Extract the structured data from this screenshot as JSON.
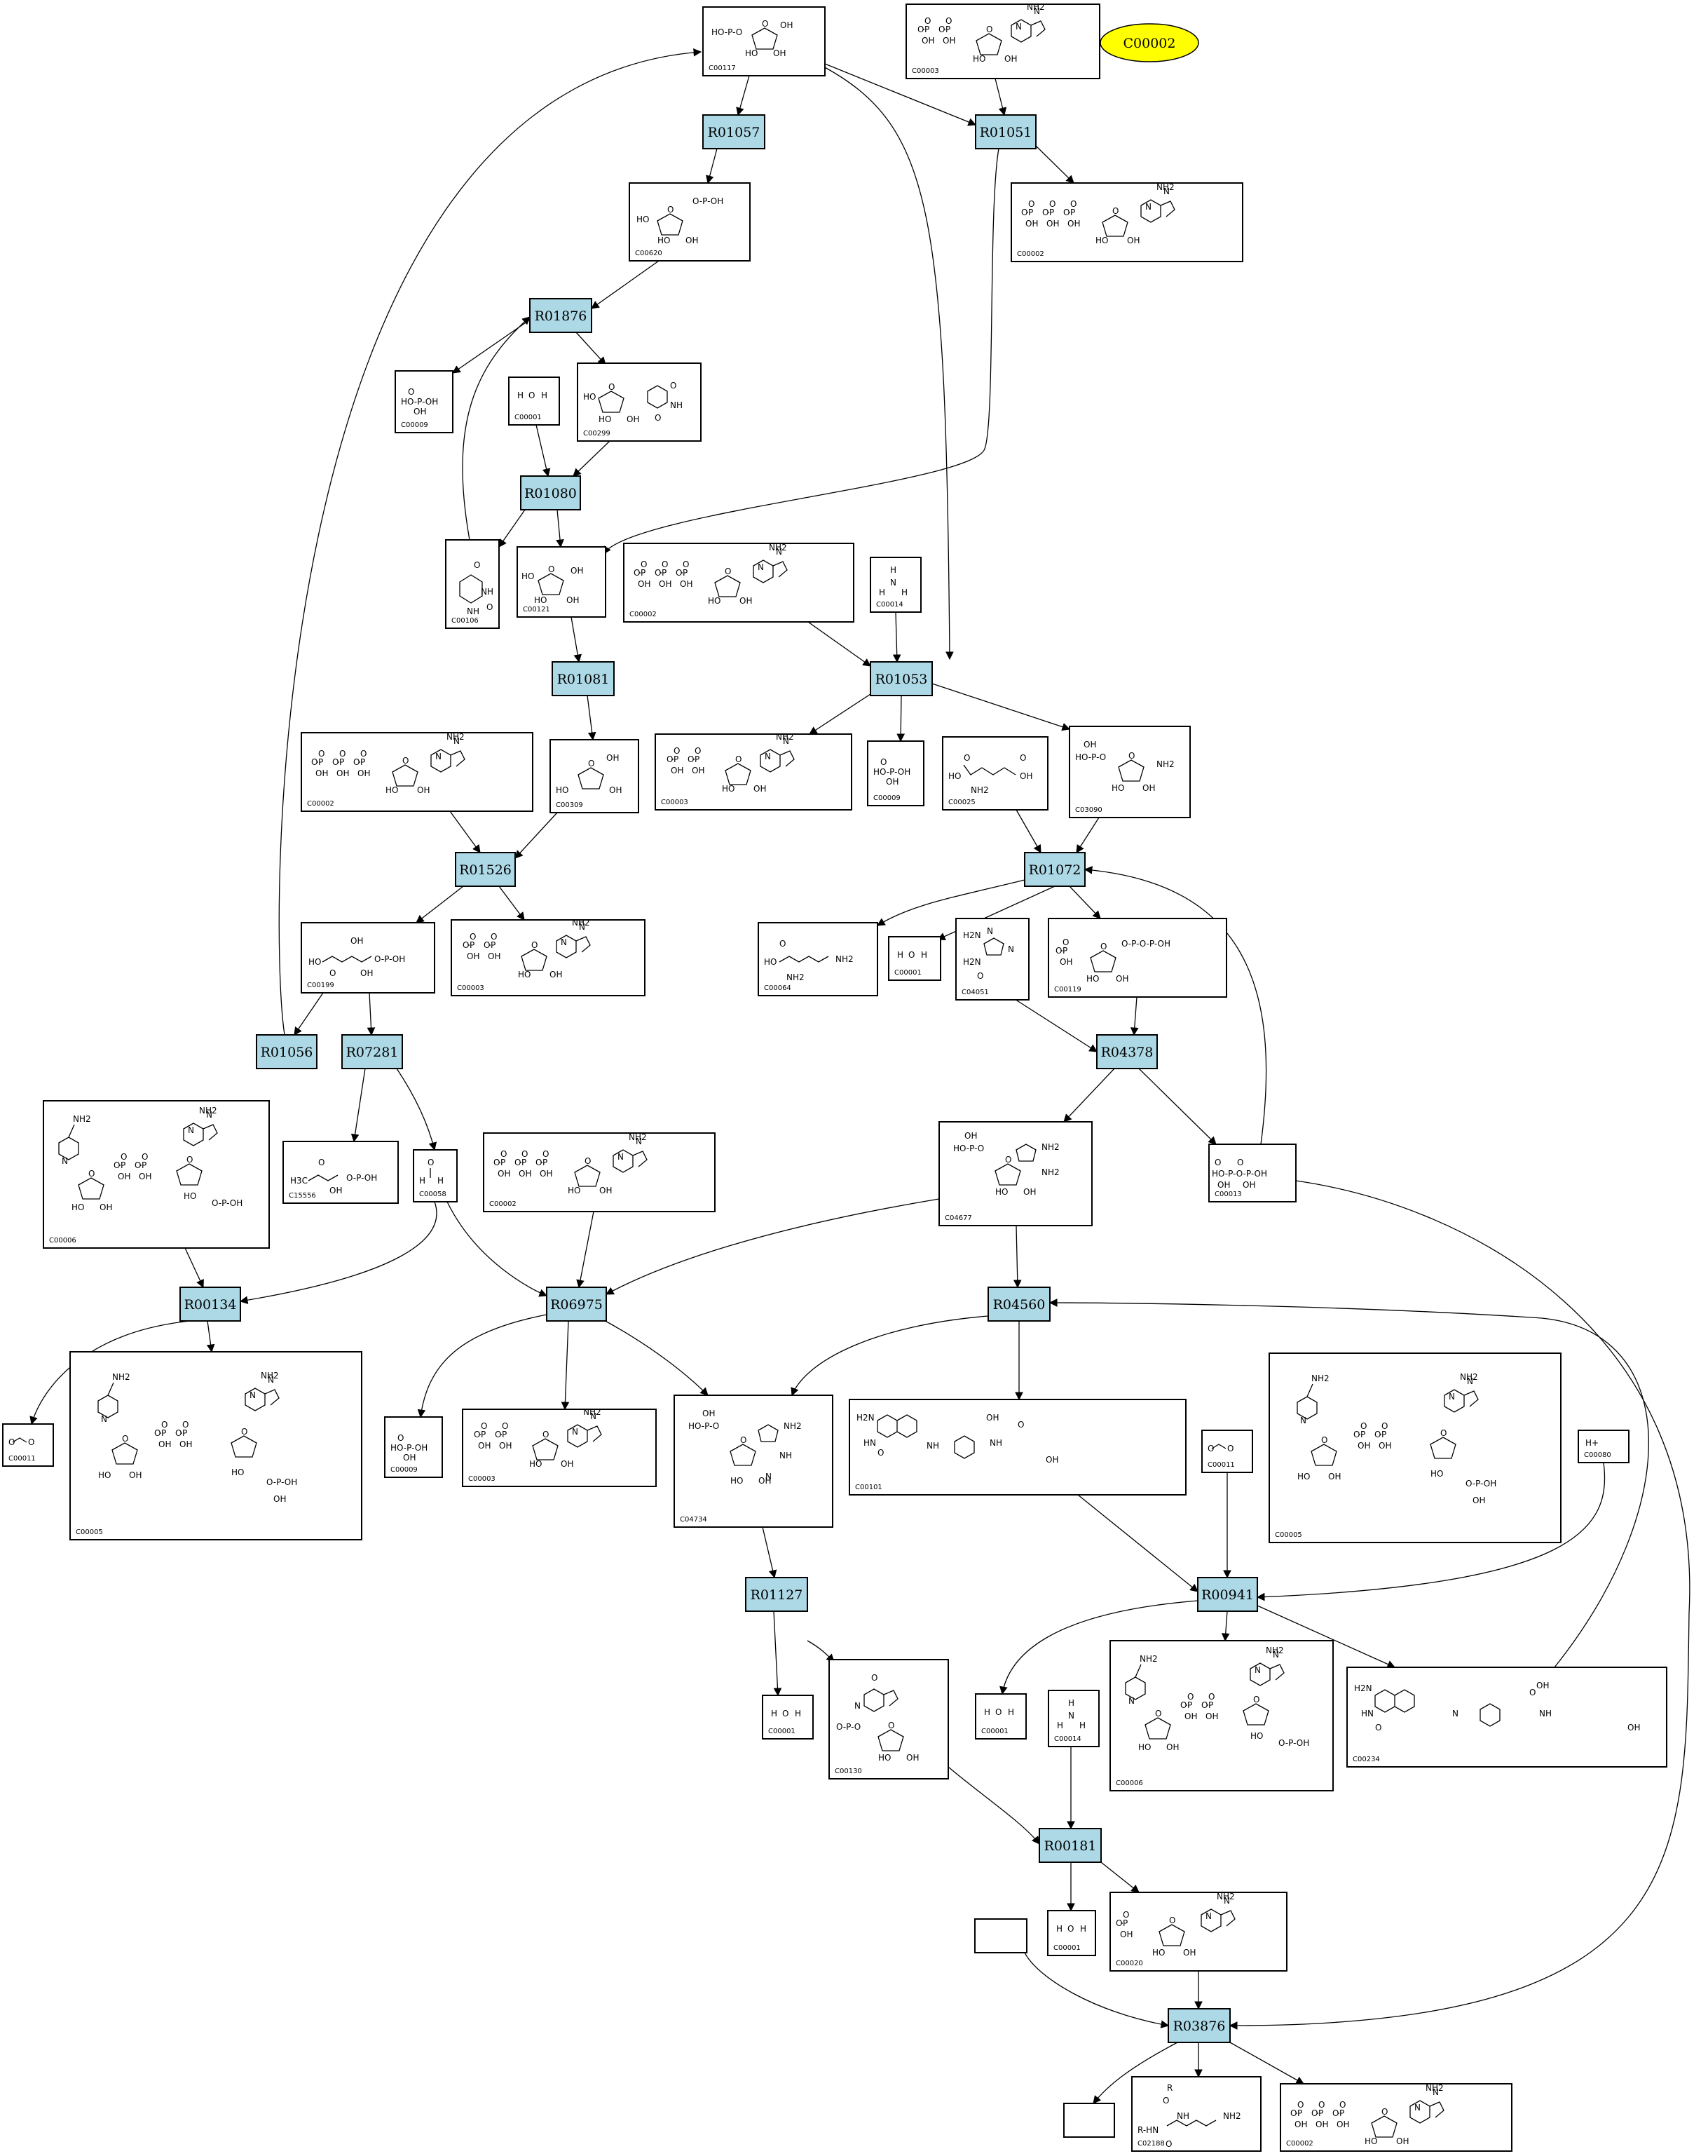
{
  "highlight": {
    "label": "C00002",
    "color": "#ffff00"
  },
  "reactions": [
    {
      "id": "R01057",
      "label": "R01057"
    },
    {
      "id": "R01051",
      "label": "R01051"
    },
    {
      "id": "R01876",
      "label": "R01876"
    },
    {
      "id": "R01080",
      "label": "R01080"
    },
    {
      "id": "R01081",
      "label": "R01081"
    },
    {
      "id": "R01053",
      "label": "R01053"
    },
    {
      "id": "R01526",
      "label": "R01526"
    },
    {
      "id": "R01072",
      "label": "R01072"
    },
    {
      "id": "R01056",
      "label": "R01056"
    },
    {
      "id": "R07281",
      "label": "R07281"
    },
    {
      "id": "R04378",
      "label": "R04378"
    },
    {
      "id": "R00134",
      "label": "R00134"
    },
    {
      "id": "R06975",
      "label": "R06975"
    },
    {
      "id": "R04560",
      "label": "R04560"
    },
    {
      "id": "R01127",
      "label": "R01127"
    },
    {
      "id": "R00941",
      "label": "R00941"
    },
    {
      "id": "R00181",
      "label": "R00181"
    },
    {
      "id": "R03876",
      "label": "R03876"
    }
  ],
  "compounds": [
    {
      "key": "c_top",
      "id": "C00117"
    },
    {
      "key": "c_atp_top",
      "id": "C00003"
    },
    {
      "key": "c_adp_top",
      "id": "C00002"
    },
    {
      "key": "c_r1p",
      "id": "C00620"
    },
    {
      "key": "c_pi_1",
      "id": "C00009"
    },
    {
      "key": "c_h2o_1",
      "id": "C00001"
    },
    {
      "key": "c_uridine",
      "id": "C00299"
    },
    {
      "key": "c_uracil",
      "id": "C00106"
    },
    {
      "key": "c_ribose",
      "id": "C00121"
    },
    {
      "key": "c_atp_2",
      "id": "C00002"
    },
    {
      "key": "c_nh3_1",
      "id": "C00014"
    },
    {
      "key": "c_atp_3",
      "id": "C00002"
    },
    {
      "key": "c_ribulose",
      "id": "C00309"
    },
    {
      "key": "c_adp_2",
      "id": "C00003"
    },
    {
      "key": "c_pi_2",
      "id": "C00009"
    },
    {
      "key": "c_glu",
      "id": "C00025"
    },
    {
      "key": "c_prpp_a",
      "id": "C03090"
    },
    {
      "key": "c_x5p",
      "id": "C00199"
    },
    {
      "key": "c_adp_3",
      "id": "C00003"
    },
    {
      "key": "c_gln",
      "id": "C00064"
    },
    {
      "key": "c_h2o_2",
      "id": "C00001"
    },
    {
      "key": "c_aica",
      "id": "C04051"
    },
    {
      "key": "c_prpp",
      "id": "C00119"
    },
    {
      "key": "c_nad",
      "id": "C00006"
    },
    {
      "key": "c_dhap",
      "id": "C15556"
    },
    {
      "key": "c_formald",
      "id": "C00058"
    },
    {
      "key": "c_atp_4",
      "id": "C00002"
    },
    {
      "key": "c_aicar",
      "id": "C04677"
    },
    {
      "key": "c_ppi",
      "id": "C00013"
    },
    {
      "key": "c_co2_1",
      "id": "C00011"
    },
    {
      "key": "c_nadh_1",
      "id": "C00005"
    },
    {
      "key": "c_pi_3",
      "id": "C00009"
    },
    {
      "key": "c_adp_4",
      "id": "C00003"
    },
    {
      "key": "c_faicar",
      "id": "C04734"
    },
    {
      "key": "c_thf",
      "id": "C00101"
    },
    {
      "key": "c_co2_2",
      "id": "C00011"
    },
    {
      "key": "c_nadph",
      "id": "C00005"
    },
    {
      "key": "c_hplus",
      "id": "C00080"
    },
    {
      "key": "c_h2o_3",
      "id": "C00001"
    },
    {
      "key": "c_imp",
      "id": "C00130"
    },
    {
      "key": "c_h2o_4",
      "id": "C00001"
    },
    {
      "key": "c_nh3_2",
      "id": "C00014"
    },
    {
      "key": "c_nadp",
      "id": "C00006"
    },
    {
      "key": "c_methylene",
      "id": "C00234"
    },
    {
      "key": "c_h2o_5",
      "id": "C00001"
    },
    {
      "key": "c_amp",
      "id": "C00020"
    },
    {
      "key": "c_blank_1",
      "id": ""
    },
    {
      "key": "c_blank_2",
      "id": ""
    },
    {
      "key": "c_protein",
      "id": "C02188"
    },
    {
      "key": "c_atp_5",
      "id": "C00002"
    }
  ]
}
